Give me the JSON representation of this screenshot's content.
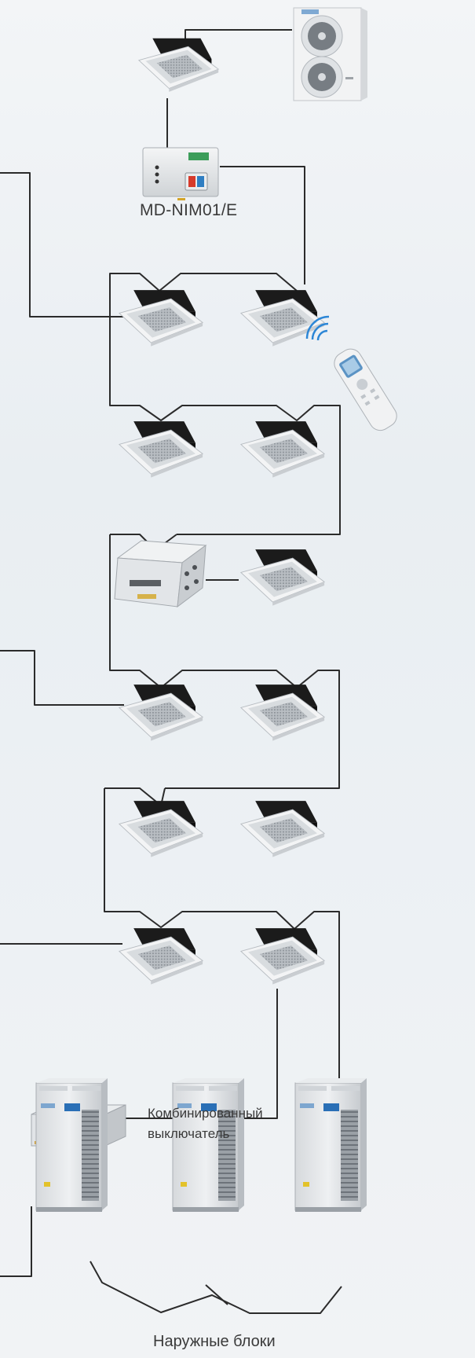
{
  "labels": {
    "nim_module": "MD-NIM01/E",
    "combined_switch_line1": "Комбинированный",
    "combined_switch_line2": "выключатель",
    "outdoor_units": "Наружные блоки"
  },
  "colors": {
    "wire": "#2b2b2b",
    "signal_waves": "#2c86d6",
    "background": "#eef2f4",
    "label_text": "#3a3a3a"
  }
}
